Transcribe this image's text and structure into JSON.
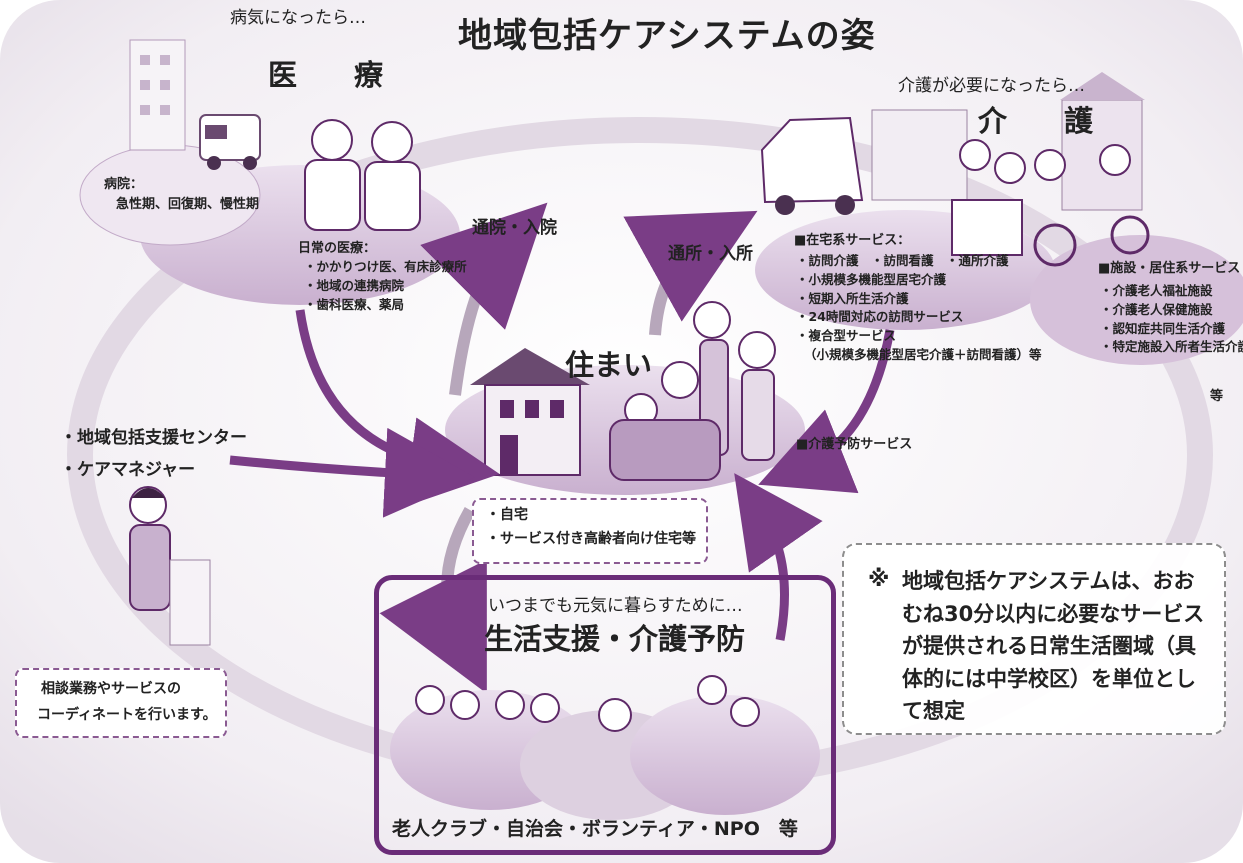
{
  "title": "地域包括ケアシステムの姿",
  "medical": {
    "header": "病気になったら…",
    "label": "医　療",
    "hospital_caption": "病院：",
    "hospital_types": "急性期、回復期、慢性期",
    "daily_header": "日常の医療：",
    "daily_items": [
      "・かかりつけ医、有床診療所",
      "・地域の連携病院",
      "・歯科医療、薬局"
    ],
    "arrow_label": "通院・入院"
  },
  "care": {
    "header": "介護が必要になったら…",
    "label": "介　護",
    "arrow_label": "通所・入所",
    "home_services_header": "■在宅系サービス：",
    "home_services": [
      "・訪問介護　・訪問看護　・通所介護",
      "・小規模多機能型居宅介護",
      "・短期入所生活介護",
      "・24時間対応の訪問サービス",
      "・複合型サービス",
      "（小規模多機能型居宅介護＋訪問看護）等"
    ],
    "prevention_services": "■介護予防サービス",
    "facility_header": "■施設・居住系サービス",
    "facility_items": [
      "・介護老人福祉施設",
      "・介護老人保健施設",
      "・認知症共同生活介護",
      "・特定施設入所者生活介護"
    ],
    "facility_suffix": "等"
  },
  "housing": {
    "label": "住まい",
    "items": [
      "・自宅",
      "・サービス付き高齢者向け住宅等"
    ]
  },
  "consult": {
    "items": [
      "・地域包括支援センター",
      "・ケアマネジャー"
    ],
    "note_lines": [
      "相談業務やサービスの",
      "コーディネートを行います。"
    ]
  },
  "support": {
    "header": "いつまでも元気に暮らすために…",
    "label": "生活支援・介護予防",
    "footer": "老人クラブ・自治会・ボランティア・NPO　等"
  },
  "note": {
    "mark": "※",
    "text": "地域包括ケアシステムは、おおむね30分以内に必要なサービスが提供される日常生活圏域（具体的には中学校区）を単位として想定"
  },
  "colors": {
    "accent": "#7a3d86",
    "ellipse_fill": "#d9c6dd",
    "ring": "#e4dce6",
    "dark": "#5e2a68"
  }
}
